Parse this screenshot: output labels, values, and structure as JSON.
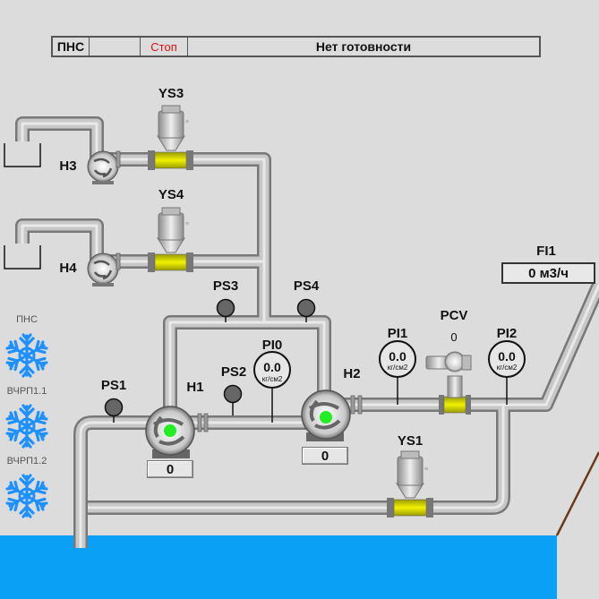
{
  "status": {
    "station": "ПНС",
    "blank": "",
    "mode": "Стоп",
    "mode_color": "#e01010",
    "readiness": "Нет готовности"
  },
  "pumps": {
    "h3": {
      "label": "Н3"
    },
    "h4": {
      "label": "Н4"
    },
    "h1": {
      "label": "Н1",
      "counter": "0",
      "indicator_color": "#22ee22"
    },
    "h2": {
      "label": "Н2",
      "counter": "0",
      "indicator_color": "#22ee22"
    }
  },
  "valves": {
    "ys3": "YS3",
    "ys4": "YS4",
    "ys1": "YS1",
    "pcv": {
      "label": "PCV",
      "value": "0"
    }
  },
  "pressure_switches": {
    "ps1": "PS1",
    "ps2": "PS2",
    "ps3": "PS3",
    "ps4": "PS4"
  },
  "gauges": {
    "pi0": {
      "label": "PI0",
      "value": "0.0",
      "unit": "кг/см2"
    },
    "pi1": {
      "label": "PI1",
      "value": "0.0",
      "unit": "кг/см2"
    },
    "pi2": {
      "label": "PI2",
      "value": "0.0",
      "unit": "кг/см2"
    }
  },
  "flow": {
    "label": "FI1",
    "value": "0 м3/ч"
  },
  "fans": {
    "title": "ПНС",
    "items": [
      "ВЧРП1.1",
      "ВЧРП1.2"
    ],
    "icon": "snowflake-icon",
    "color": "#1e90ff"
  },
  "colors": {
    "pipe": "#a8a8a8",
    "valve_body": "#d8d800",
    "water": "#0aa0f5",
    "background": "#dcdcdc"
  }
}
